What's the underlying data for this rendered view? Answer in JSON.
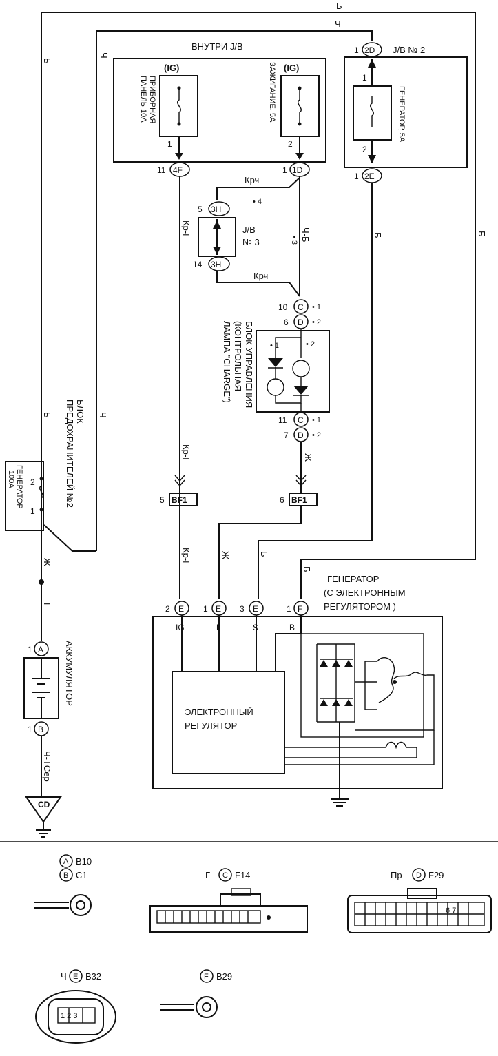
{
  "jb_inside": {
    "title": "ВНУТРИ J/B"
  },
  "jb_no2": {
    "title": "J/B № 2"
  },
  "jb_no3": {
    "label_line1": "J/B",
    "label_line2": "№ 3"
  },
  "fuses": {
    "panel": {
      "mode": "(IG)",
      "name_line1": "ПРИБОРНАЯ",
      "name_line2": "ПАНЕЛЬ 10А",
      "pin": "1"
    },
    "ignition": {
      "mode": "(IG)",
      "name": "ЗАЖИГАНИЕ, 5А",
      "pin": "2"
    },
    "generator5a": {
      "name": "ГЕНЕРАТОР, 5А",
      "pin_top": "1",
      "pin_bottom": "2"
    },
    "generator100a": {
      "name_line1": "ГЕНЕРАТОР",
      "name_line2": "100А",
      "pin_top": "2",
      "pin_bottom": "1"
    }
  },
  "connectors": {
    "c1_4F": {
      "num": "11",
      "code": "4F"
    },
    "c1_1D": {
      "num": "1",
      "code": "1D"
    },
    "c1_2D": {
      "num": "1",
      "code": "2D"
    },
    "c1_2E": {
      "num": "1",
      "code": "2E"
    },
    "c5_3H": {
      "num": "5",
      "code": "3H"
    },
    "c14_3H": {
      "num": "14",
      "code": "3H"
    },
    "c10_C": {
      "num": "10",
      "code": "C",
      "note": "• 1"
    },
    "c6_D": {
      "num": "6",
      "code": "D",
      "note": "• 2"
    },
    "c11_C": {
      "num": "11",
      "code": "C",
      "note": "• 1"
    },
    "c7_D": {
      "num": "7",
      "code": "D",
      "note": "• 2"
    },
    "c5_BF1": {
      "num": "5",
      "code": "BF1"
    },
    "c6_BF1": {
      "num": "6",
      "code": "BF1"
    },
    "c2_E": {
      "num": "2",
      "code": "E"
    },
    "c1_E": {
      "num": "1",
      "code": "E"
    },
    "c3_E": {
      "num": "3",
      "code": "E"
    },
    "c1_F": {
      "num": "1",
      "code": "F"
    },
    "c1_A": {
      "num": "1",
      "code": "A"
    },
    "c1_B": {
      "num": "1",
      "code": "B"
    },
    "ground": {
      "code": "CD"
    }
  },
  "wires": {
    "b": "Б",
    "ch": "Ч",
    "krch": "Крч",
    "kr_g": "Кр-Г",
    "ch_b": "Ч-Б",
    "zh": "Ж",
    "g": "Г",
    "ch_tser": "Ч-ТСер",
    "mark4": "• 4",
    "mark3": "• 3"
  },
  "labels": {
    "control_unit_line1": "БЛОК УПРАВЛЕНИЯ",
    "control_unit_line2": "(КОНТРОЛЬНАЯ",
    "control_unit_line3": "ЛАМПА \"CHARGE\")",
    "fuse_block_line1": "БЛОК",
    "fuse_block_line2": "ПРЕДОХРАНИТЕЛЕЙ №2",
    "battery": "АККУМУЛЯТОР",
    "generator_line1": "ГЕНЕРАТОР",
    "generator_line2": "(С ЭЛЕКТРОННЫМ",
    "generator_line3": "РЕГУЛЯТОРОМ )",
    "regulator_line1": "ЭЛЕКТРОННЫЙ",
    "regulator_line2": "РЕГУЛЯТОР",
    "term_ig": "IG",
    "term_l": "L",
    "term_s": "S",
    "term_b": "B",
    "lamp_mark1": "• 1",
    "lamp_mark2": "• 2"
  },
  "legend": {
    "ab": {
      "a_code": "A",
      "a_ref": "B10",
      "b_code": "B",
      "b_ref": "C1"
    },
    "c": {
      "color": "Г",
      "code": "C",
      "ref": "F14"
    },
    "d": {
      "color": "Пр",
      "code": "D",
      "ref": "F29",
      "pins": "6 7"
    },
    "e": {
      "color": "Ч",
      "code": "E",
      "ref": "B32",
      "pins": "1 2 3"
    },
    "f": {
      "code": "F",
      "ref": "B29"
    }
  }
}
